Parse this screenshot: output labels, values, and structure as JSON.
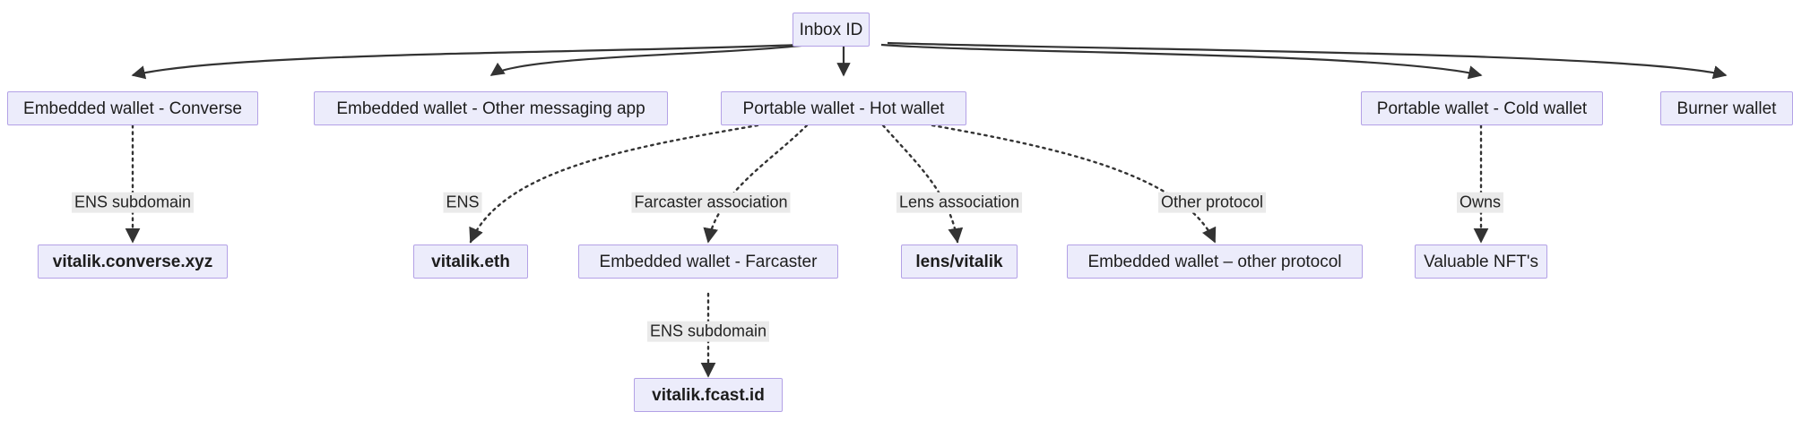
{
  "diagram": {
    "type": "flowchart",
    "title": "Inbox ID wallet association graph",
    "colors": {
      "node_fill": "#ececfb",
      "node_border": "#b3a1e6",
      "edge_stroke": "#333333",
      "label_bg": "#eaeaea",
      "text": "#1d1d1d"
    },
    "nodes": {
      "root": {
        "label": "Inbox ID"
      },
      "embedded_converse": {
        "label": "Embedded wallet - Converse"
      },
      "embedded_other_msg": {
        "label": "Embedded wallet - Other messaging app"
      },
      "portable_hot": {
        "label": "Portable wallet - Hot wallet"
      },
      "portable_cold": {
        "label": "Portable wallet - Cold wallet"
      },
      "burner": {
        "label": "Burner wallet"
      },
      "converse_xyz": {
        "label": "vitalik.converse.xyz"
      },
      "vitalik_eth": {
        "label": "vitalik.eth"
      },
      "embedded_farcaster": {
        "label": "Embedded wallet - Farcaster"
      },
      "lens_vitalik": {
        "label": "lens/vitalik"
      },
      "embedded_other_protocol": {
        "label": "Embedded wallet – other protocol"
      },
      "valuable_nfts": {
        "label": "Valuable NFT's"
      },
      "fcast_id": {
        "label": "vitalik.fcast.id"
      }
    },
    "edge_labels": {
      "ens_subdomain_converse": "ENS subdomain",
      "ens": "ENS",
      "farcaster_association": "Farcaster association",
      "lens_association": "Lens association",
      "other_protocol": "Other protocol",
      "owns": "Owns",
      "ens_subdomain_fcast": "ENS subdomain"
    }
  }
}
